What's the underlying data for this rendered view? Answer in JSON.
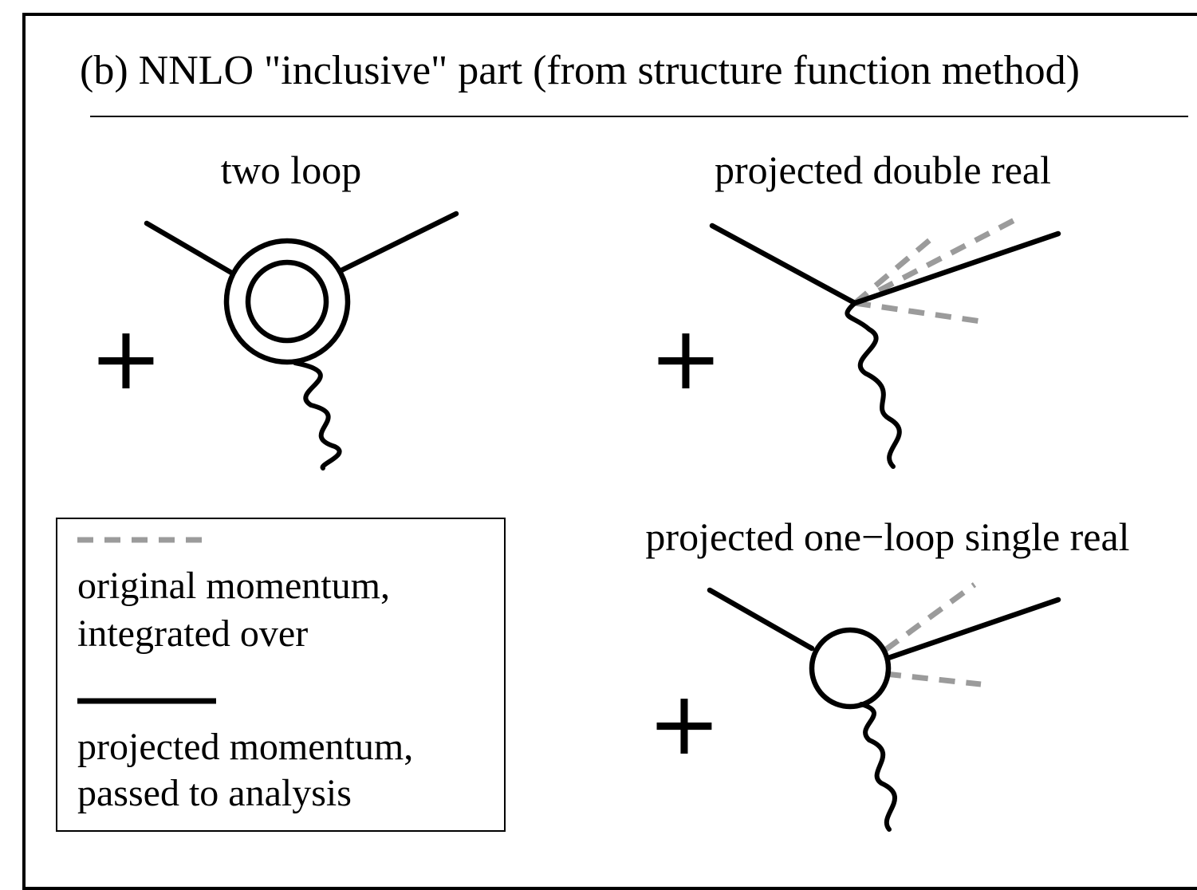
{
  "title": "(b) NNLO \"inclusive\" part (from structure function method)",
  "diagrams": [
    {
      "label": "two loop",
      "plus": "+"
    },
    {
      "label": "projected double real",
      "plus": "+"
    },
    {
      "label": "projected one−loop single real",
      "plus": "+"
    }
  ],
  "legend": {
    "dashed_line1": "original momentum,",
    "dashed_line2": "integrated over",
    "solid_line1": "projected momentum,",
    "solid_line2": "passed to analysis"
  },
  "colors": {
    "solid": "#000000",
    "dashed": "#9b9b9b"
  }
}
